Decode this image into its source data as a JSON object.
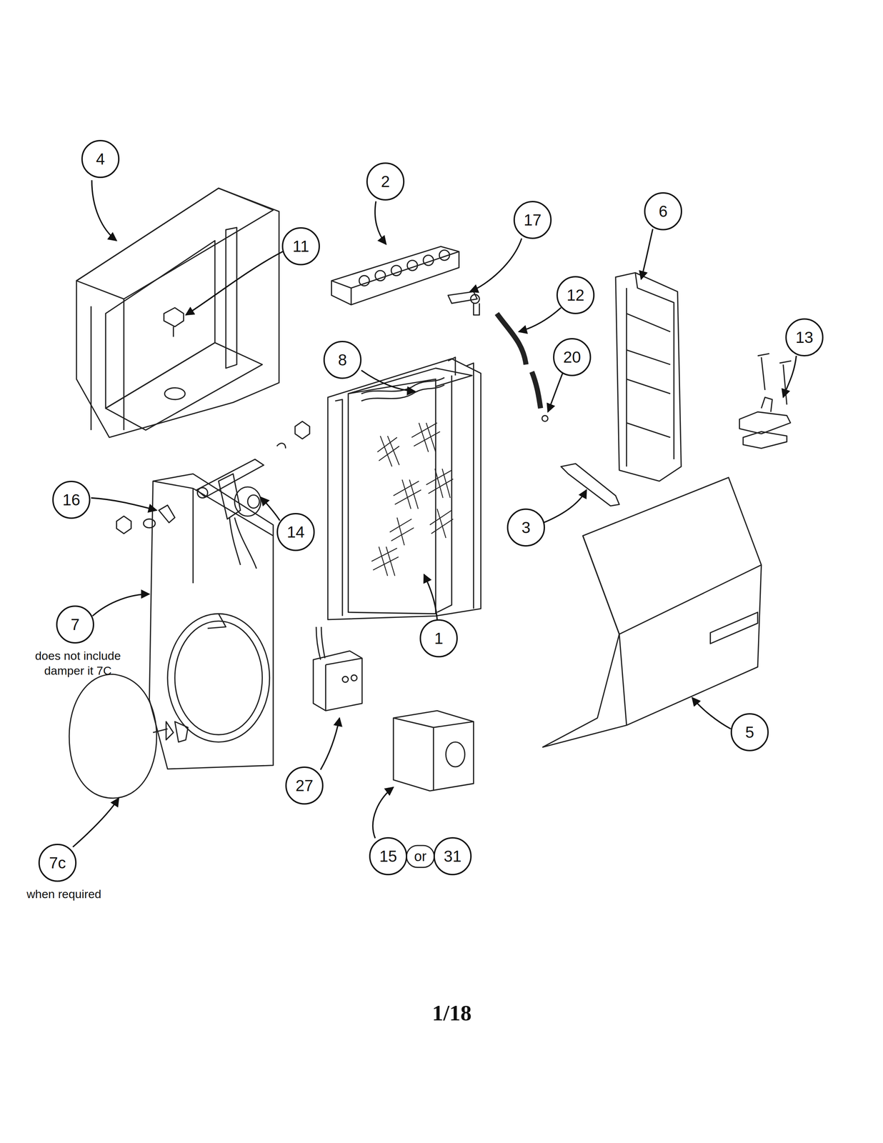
{
  "diagram": {
    "nodes": [
      {
        "text": [
          "4"
        ]
      },
      {
        "text": [
          "2"
        ]
      },
      {
        "text": [
          "6"
        ]
      },
      {
        "text": [
          "17"
        ]
      },
      {
        "text": [
          "11"
        ]
      },
      {
        "text": [
          "12"
        ]
      },
      {
        "text": [
          "13"
        ]
      },
      {
        "text": [
          "20"
        ]
      },
      {
        "text": [
          "8"
        ]
      },
      {
        "text": [
          "16"
        ]
      },
      {
        "text": [
          "3"
        ]
      },
      {
        "text": [
          "14"
        ]
      },
      {
        "text": [
          "7"
        ]
      },
      {
        "text": [
          "1"
        ]
      },
      {
        "text": [
          "5"
        ]
      },
      {
        "text": [
          "27"
        ]
      },
      {
        "text": [
          "15"
        ]
      },
      {
        "text": [
          "31"
        ]
      },
      {
        "text": [
          "7c"
        ]
      }
    ],
    "labels": [
      "does not include damper it 7C",
      "when required",
      "or",
      "1/18"
    ]
  }
}
